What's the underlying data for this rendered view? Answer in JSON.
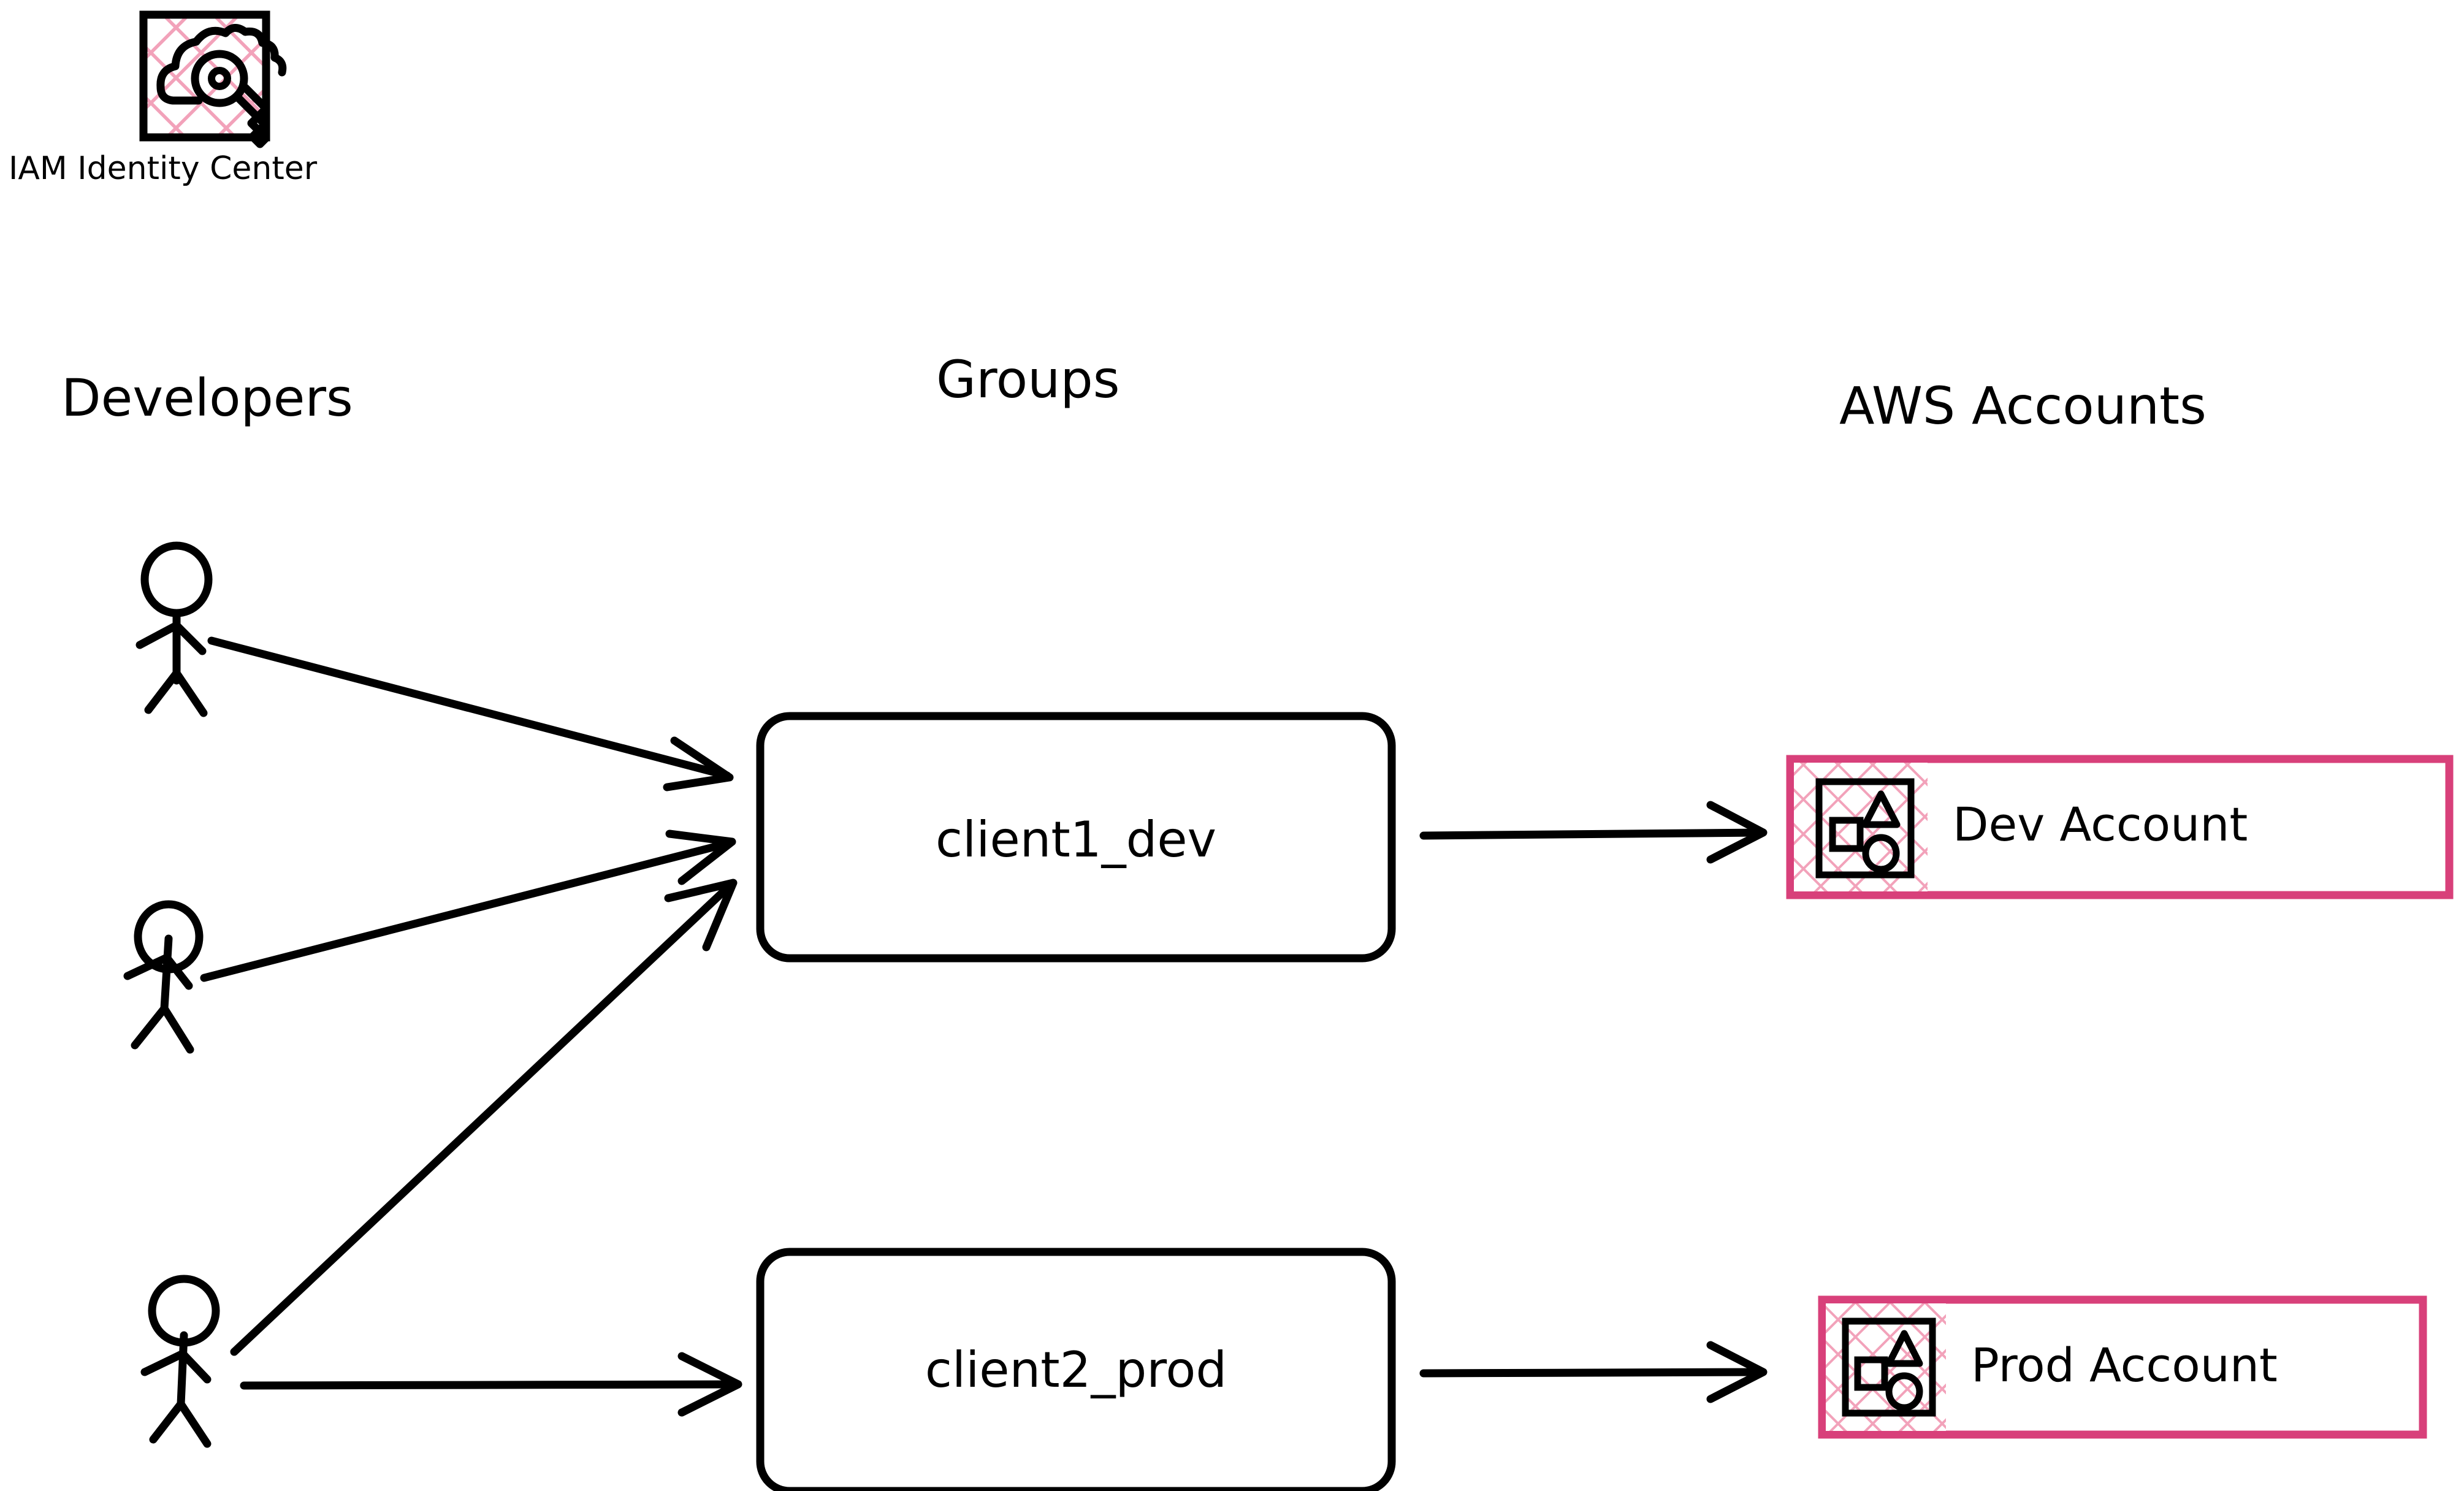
{
  "diagram": {
    "title_icon": {
      "caption": "IAM Identity Center",
      "icon_name": "cloud-key-icon"
    },
    "columns": [
      {
        "id": "developers",
        "heading": "Developers"
      },
      {
        "id": "groups",
        "heading": "Groups"
      },
      {
        "id": "accounts",
        "heading": "AWS Accounts"
      }
    ],
    "actors": [
      {
        "id": "developer-1",
        "name": "developer-stick-figure"
      },
      {
        "id": "developer-2",
        "name": "developer-stick-figure"
      },
      {
        "id": "developer-3",
        "name": "developer-stick-figure"
      }
    ],
    "groups": [
      {
        "id": "client1_dev",
        "label": "client1_dev"
      },
      {
        "id": "client2_prod",
        "label": "client2_prod"
      }
    ],
    "accounts": [
      {
        "id": "dev-account",
        "label": "Dev Account",
        "icon_name": "aws-account-shapes-icon"
      },
      {
        "id": "prod-account",
        "label": "Prod Account",
        "icon_name": "aws-account-shapes-icon"
      }
    ],
    "edges": [
      {
        "from": "developer-1",
        "to": "client1_dev"
      },
      {
        "from": "developer-2",
        "to": "client1_dev"
      },
      {
        "from": "developer-3",
        "to": "client1_dev"
      },
      {
        "from": "developer-3",
        "to": "client2_prod"
      },
      {
        "from": "client1_dev",
        "to": "dev-account"
      },
      {
        "from": "client2_prod",
        "to": "prod-account"
      }
    ],
    "colors": {
      "stroke": "#000000",
      "accent_pink": "#d8407a",
      "hatch_pink": "#f2a2ba",
      "background": "#ffffff"
    }
  }
}
